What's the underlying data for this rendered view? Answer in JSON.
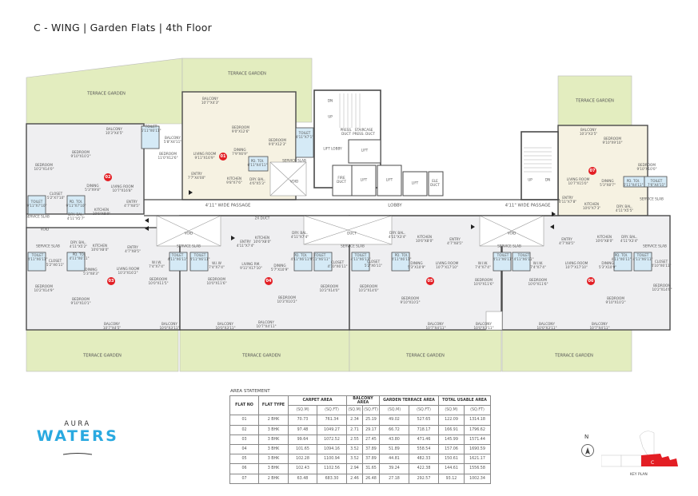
{
  "title": "C - WING | Garden Flats | 4th Floor",
  "colors": {
    "garden": "#e3edbf",
    "flat_grey": "#efeff1",
    "flat_beige": "#f6f2e2",
    "toilet": "#d5eaf6",
    "wall": "#4a4a4a",
    "badge": "#e31e24",
    "brand": "#29a9e0",
    "keyplan_highlight": "#e31e24"
  },
  "flat_badges": [
    "01",
    "02",
    "03",
    "04",
    "05",
    "06",
    "07"
  ],
  "plan_labels": [
    {
      "t": "TERRACE GARDEN"
    },
    {
      "t": "TERRACE GARDEN"
    },
    {
      "t": "TERRACE GARDEN"
    },
    {
      "t": "TERRACE GARDEN"
    },
    {
      "t": "TERRACE GARDEN"
    },
    {
      "t": "TERRACE GARDEN"
    },
    {
      "t": "TERRACE GARDEN"
    },
    {
      "t": "4'11\" WIDE PASSAGE"
    },
    {
      "t": "LOBBY"
    },
    {
      "t": "4'11\" WIDE PASSAGE"
    },
    {
      "t": "DN"
    },
    {
      "t": "UP"
    },
    {
      "t": "PRESS.",
      "d": "DUCT"
    },
    {
      "t": "STAIRCASE",
      "d": "PRESS. DUCT"
    },
    {
      "t": "LIFT LOBBY"
    },
    {
      "t": "LIFT"
    },
    {
      "t": "FIRE",
      "d": "DUCT"
    },
    {
      "t": "LIFT"
    },
    {
      "t": "LIFT"
    },
    {
      "t": "LIFT"
    },
    {
      "t": "ELE",
      "d": "DUCT"
    },
    {
      "t": "UP"
    },
    {
      "t": "DN"
    },
    {
      "t": "BALCONY",
      "d": "10'7\"X4'3\""
    },
    {
      "t": "BEDROOM",
      "d": "9'0\"X12'6\""
    },
    {
      "t": "BEDROOM",
      "d": "9'0\"X12'3\""
    },
    {
      "t": "TOILET",
      "d": "4'11\"X7'1\""
    },
    {
      "t": "LIVING ROOM",
      "d": "9'11\"X16'9\""
    },
    {
      "t": "DINING",
      "d": "7'9\"X6'9\""
    },
    {
      "t": "ENTRY",
      "d": "7'7\"X4'00\""
    },
    {
      "t": "KITCHEN",
      "d": "9'8\"X7'6\""
    },
    {
      "t": "PD. TOI.",
      "d": "6'11\"X4'11\""
    },
    {
      "t": "DRY. BAL.",
      "d": "4'6\"X5'3\""
    },
    {
      "t": "SERVICE SLAB"
    },
    {
      "t": "VOID"
    },
    {
      "t": "BALCONY",
      "d": "10'3\"X4'5\""
    },
    {
      "t": "TOILET",
      "d": "5'11\"X6'11\""
    },
    {
      "t": "BALCONY",
      "d": "5'8\"X4'11\""
    },
    {
      "t": "BEDROOM",
      "d": "9'10\"X10'2\""
    },
    {
      "t": "BEDROOM",
      "d": "11'0\"X12'6\""
    },
    {
      "t": "BEDROOM",
      "d": "10'2\"X14'0\""
    },
    {
      "t": "DINING",
      "d": "5'3\"X9'8\""
    },
    {
      "t": "LIVING ROOM",
      "d": "10'7\"X16'8\""
    },
    {
      "t": "CLOSET",
      "d": "5'2\"X7'10\""
    },
    {
      "t": "TOILET",
      "d": "9'11\"X7'10\""
    },
    {
      "t": "PD. TOI.",
      "d": "9'11\"X7'10\""
    },
    {
      "t": "ENTRY",
      "d": "4'7\"X8'5\""
    },
    {
      "t": "KITCHEN",
      "d": "10'6\"X8'0\""
    },
    {
      "t": "SERVICE SLAB"
    },
    {
      "t": "DRY. BAL.",
      "d": "4'11\"X5'7\""
    },
    {
      "t": "VOID"
    },
    {
      "t": "SERVICE SLAB"
    },
    {
      "t": "DRY. BAL.",
      "d": "4'11\"X5'2\""
    },
    {
      "t": "KITCHEN",
      "d": "10'6\"X8'0\""
    },
    {
      "t": "ENTRY",
      "d": "4'7\"X8'5\""
    },
    {
      "t": "TOILET",
      "d": "4'11\"X6'11\""
    },
    {
      "t": "CLOSET",
      "d": "5'2\"X6'11\""
    },
    {
      "t": "PD. TOI.",
      "d": "4'11\"X6'11\""
    },
    {
      "t": "DINING",
      "d": "5'3\"X8'3\""
    },
    {
      "t": "LIVING ROOM",
      "d": "10'3\"X16'2\""
    },
    {
      "t": "BEDROOM",
      "d": "10'2\"X14'9\""
    },
    {
      "t": "BEDROOM",
      "d": "9'10\"X10'1\""
    },
    {
      "t": "BALCONY",
      "d": "10'7\"X4'5\""
    },
    {
      "t": "W.I.W.",
      "d": "7'4\"X7'4\""
    },
    {
      "t": "BEDROOM",
      "d": "10'0\"X11'5\""
    },
    {
      "t": "BALCONY",
      "d": "10'0\"X3'11\""
    },
    {
      "t": "VOID"
    },
    {
      "t": "SERVICE SLAB"
    },
    {
      "t": "TOILET",
      "d": "4'11\"X6'11\""
    },
    {
      "t": "TOILET",
      "d": "4'11\"X6'11\""
    },
    {
      "t": "W.I.W",
      "d": "7'4\"X7'4\""
    },
    {
      "t": "BEDROOM",
      "d": "10'0\"X11'6\""
    },
    {
      "t": "BALCONY",
      "d": "10'0\"X3'11\""
    },
    {
      "t": "ENTRY",
      "d": "4'11\"X7'4\""
    },
    {
      "t": "2X DUCT"
    },
    {
      "t": "KITCHEN",
      "d": "10'6\"X8'0\""
    },
    {
      "t": "DRY. BAL.",
      "d": "4'11\"X7'4\""
    },
    {
      "t": "LIVING RM.",
      "d": "9'11\"X17'10\""
    },
    {
      "t": "DINING",
      "d": "5'7\"X10'9\""
    },
    {
      "t": "PD. TOI.",
      "d": "4'11\"X6'11\""
    },
    {
      "t": "TOILET",
      "d": "4'11\"X6'11\""
    },
    {
      "t": "CLOSET",
      "d": "4'10\"X6'11\""
    },
    {
      "t": "BEDROOM",
      "d": "10'3\"X10'2\""
    },
    {
      "t": "BEDROOM",
      "d": "10'2\"X14'0\""
    },
    {
      "t": "BALCONY",
      "d": "10'7\"X4'11\""
    },
    {
      "t": "DUCT"
    },
    {
      "t": "SERVICE SLAB"
    },
    {
      "t": "DRY. BAL.",
      "d": "4'11\"X3'4\""
    },
    {
      "t": "KITCHEN",
      "d": "10'6\"X8'0\""
    },
    {
      "t": "ENTRY",
      "d": "4'7\"X8'5\""
    },
    {
      "t": "TOILET",
      "d": "4'11\"X6'11\""
    },
    {
      "t": "CLOSET",
      "d": "5'2\"X6'11\""
    },
    {
      "t": "PD. TOI.",
      "d": "4'11\"X6'11\""
    },
    {
      "t": "DINING",
      "d": "5'3\"X10'9\""
    },
    {
      "t": "LIVING ROOM",
      "d": "10'7\"X17'10\""
    },
    {
      "t": "BEDROOM",
      "d": "10'2\"X14'0\""
    },
    {
      "t": "BEDROOM",
      "d": "9'10\"X10'2\""
    },
    {
      "t": "BALCONY",
      "d": "10'7\"X4'11\""
    },
    {
      "t": "W.I.W.",
      "d": "7'4\"X7'4\""
    },
    {
      "t": "BEDROOM",
      "d": "10'0\"X11'6\""
    },
    {
      "t": "BALCONY",
      "d": "10'0\"X3'11\""
    },
    {
      "t": "VOID"
    },
    {
      "t": "SERVICE SLAB"
    },
    {
      "t": "TOILET",
      "d": "4'11\"X6'11\""
    },
    {
      "t": "TOILET",
      "d": "4'11\"X6'11\""
    },
    {
      "t": "W.I.W.",
      "d": "7'4\"X7'4\""
    },
    {
      "t": "BEDROOM",
      "d": "10'0\"X11'6\""
    },
    {
      "t": "BALCONY",
      "d": "10'0\"X3'11\""
    },
    {
      "t": "ENTRY",
      "d": "4'7\"X8'5\""
    },
    {
      "t": "KITCHEN",
      "d": "10'6\"X8'0\""
    },
    {
      "t": "DRY. BAL.",
      "d": "4'11\"X3'4\""
    },
    {
      "t": "SERVICE SLAB"
    },
    {
      "t": "LIVING ROOM",
      "d": "10'7\"X17'10\""
    },
    {
      "t": "DINING",
      "d": "5'3\"X10'9\""
    },
    {
      "t": "PD. TOI.",
      "d": "4'11\"X6'11\""
    },
    {
      "t": "TOILET",
      "d": "4'11\"X6'11\""
    },
    {
      "t": "CLOSET",
      "d": "4'10\"X6'11\""
    },
    {
      "t": "BEDROOM",
      "d": "9'10\"X10'2\""
    },
    {
      "t": "BEDROOM",
      "d": "10'2\"X14'0\""
    },
    {
      "t": "BALCONY",
      "d": "10'7\"X4'11\""
    },
    {
      "t": "BALCONY",
      "d": "10'3\"X3'5\""
    },
    {
      "t": "BEDROOM",
      "d": "9'10\"X9'10\""
    },
    {
      "t": "BEDROOM",
      "d": "9'10\"X10'0\""
    },
    {
      "t": "LIVING ROOM",
      "d": "10'7\"X15'0\""
    },
    {
      "t": "DINING",
      "d": "5'3\"X8'7\""
    },
    {
      "t": "PD. TOI.",
      "d": "6'11\"X4'11\""
    },
    {
      "t": "TOILET",
      "d": "7'6\"X4'11\""
    },
    {
      "t": "SERVICE SLAB"
    },
    {
      "t": "ENTRY",
      "d": "4'11\"X7'8\""
    },
    {
      "t": "KITCHEN",
      "d": "10'6\"X7'3\""
    },
    {
      "t": "DRY. BAL.",
      "d": "4'11\"X5'5\""
    }
  ],
  "area_statement": {
    "title": "AREA STATEMENT",
    "headers": [
      "FLAT NO",
      "FLAT TYPE",
      "CARPET AREA",
      "BALCONY AREA",
      "GARDEN TERRACE AREA",
      "TOTAL USABLE AREA"
    ],
    "units": [
      "(SQ.M)",
      "(SQ.FT)",
      "(SQ.M)",
      "(SQ.FT)",
      "(SQ.M)",
      "(SQ.FT)",
      "(SQ.M)",
      "(SQ.FT)"
    ],
    "rows": [
      [
        "01",
        "2 BHK",
        "70.73",
        "761.34",
        "2.34",
        "25.19",
        "49.02",
        "527.65",
        "122.09",
        "1314.18"
      ],
      [
        "02",
        "3 BHK",
        "97.48",
        "1049.27",
        "2.71",
        "29.17",
        "66.72",
        "718.17",
        "166.91",
        "1796.62"
      ],
      [
        "03",
        "3 BHK",
        "99.64",
        "1072.52",
        "2.55",
        "27.45",
        "43.80",
        "471.46",
        "145.99",
        "1571.44"
      ],
      [
        "04",
        "3 BHK",
        "101.65",
        "1094.16",
        "3.52",
        "37.89",
        "51.89",
        "558.54",
        "157.06",
        "1690.59"
      ],
      [
        "05",
        "3 BHK",
        "102.28",
        "1100.94",
        "3.52",
        "37.89",
        "44.81",
        "482.33",
        "150.61",
        "1621.17"
      ],
      [
        "06",
        "3 BHK",
        "102.43",
        "1102.56",
        "2.94",
        "31.65",
        "39.24",
        "422.38",
        "144.61",
        "1556.58"
      ],
      [
        "07",
        "2 BHK",
        "63.48",
        "683.30",
        "2.46",
        "26.48",
        "27.18",
        "292.57",
        "93.12",
        "1002.34"
      ]
    ]
  },
  "logo": {
    "line1": "AURA",
    "line2": "WATERS"
  },
  "north_label": "N",
  "key_plan": {
    "label": "KEY PLAN",
    "wing": "C"
  }
}
